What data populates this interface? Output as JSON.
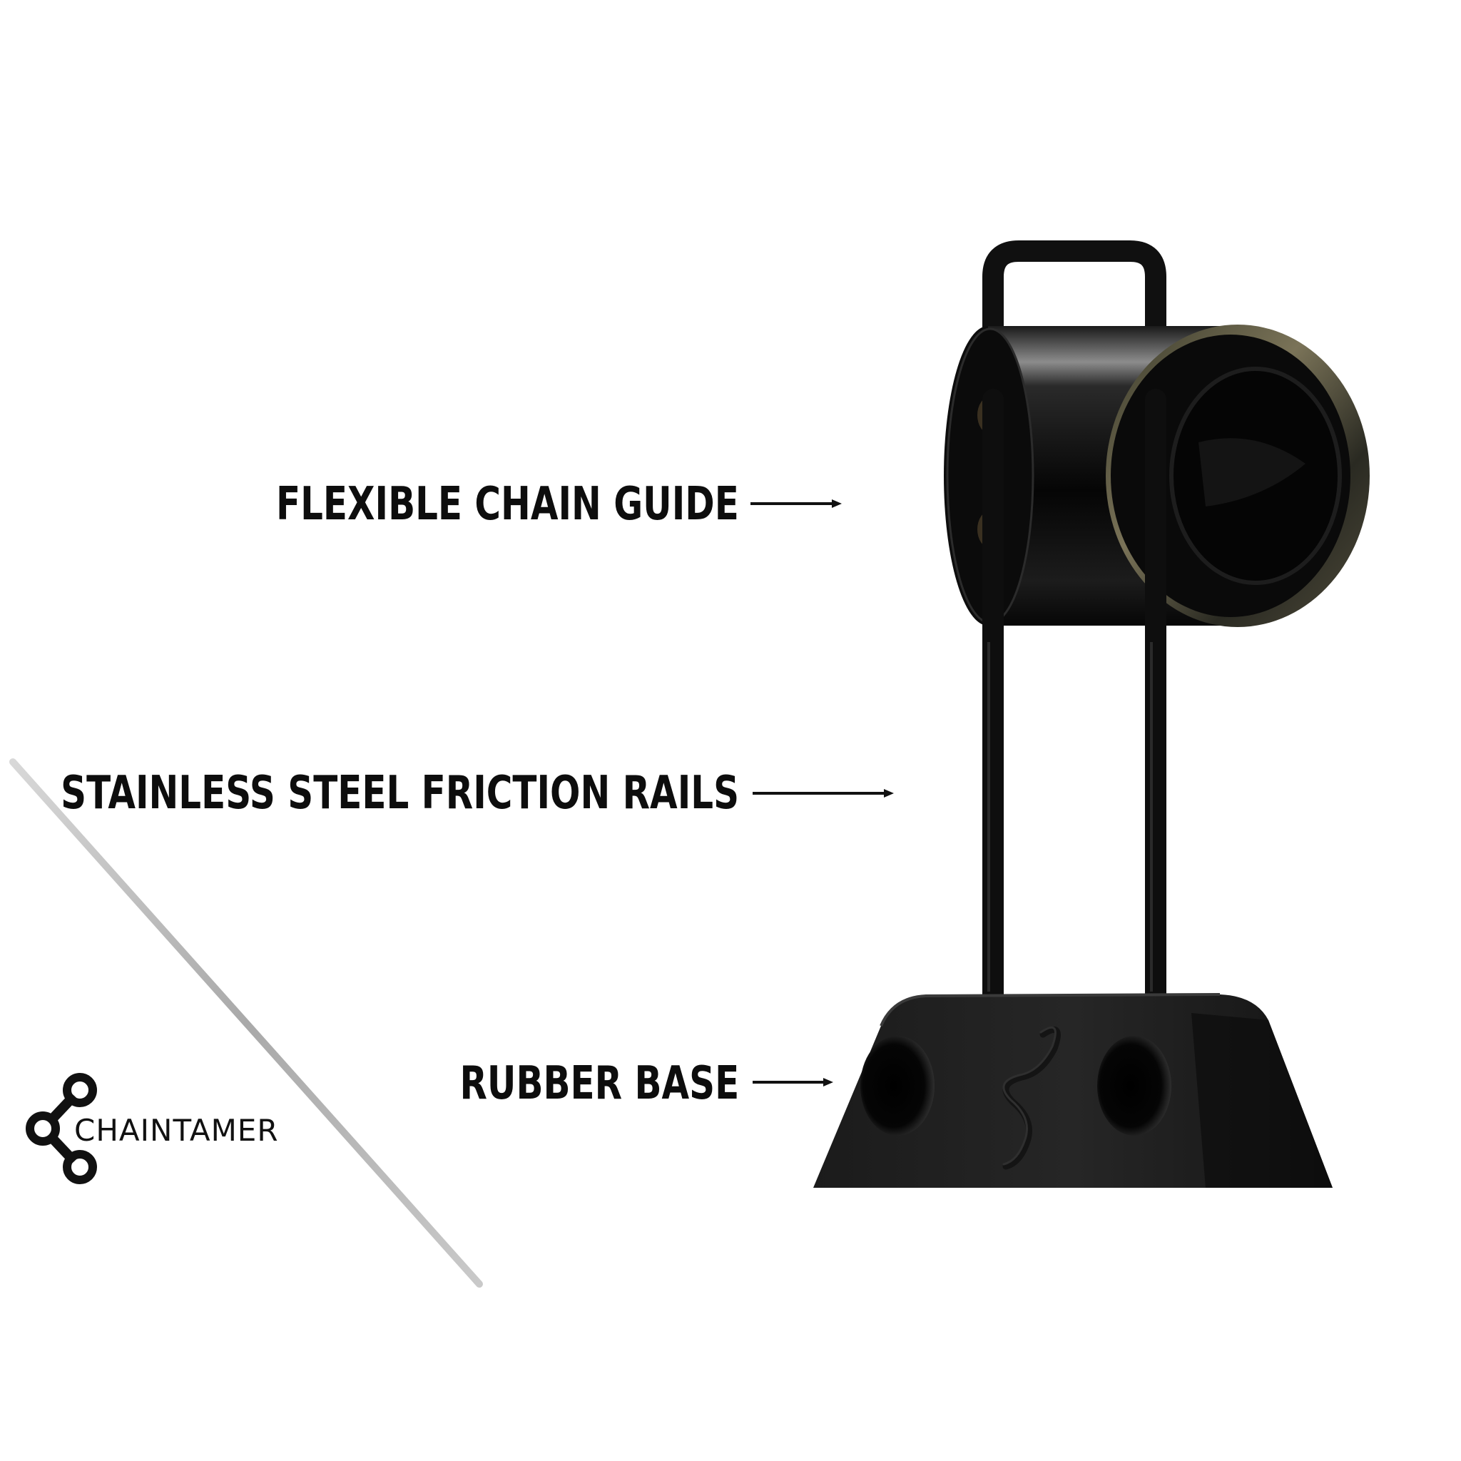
{
  "callouts": {
    "chain_guide": "FLEXIBLE CHAIN GUIDE",
    "rails": "STAINLESS STEEL FRICTION RAILS",
    "base": "RUBBER BASE"
  },
  "brand": {
    "name": "CHAINTAMER"
  },
  "colors": {
    "background": "#ffffff",
    "product": "#0a0a0a",
    "text": "#0d0d0d",
    "divider": "#b5b5b5"
  }
}
